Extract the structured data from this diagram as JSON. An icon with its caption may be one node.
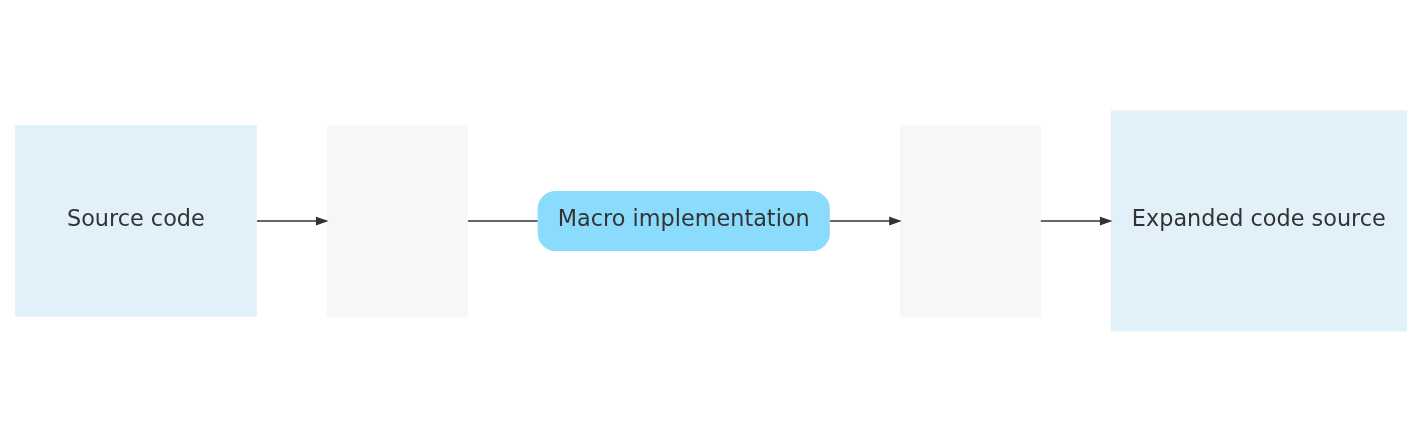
{
  "diagram": {
    "nodes": [
      {
        "text": [
          "Source code"
        ]
      },
      {
        "text": [],
        "shape": "box"
      },
      {
        "text": [
          "Macro implementation"
        ]
      },
      {
        "text": [],
        "shape": "box"
      },
      {
        "text": [
          "Expanded code source"
        ]
      }
    ],
    "edges": [
      {
        "from": 0,
        "to": 1,
        "arrow": "to"
      },
      {
        "from": 1,
        "to": 2,
        "arrow": "none"
      },
      {
        "from": 2,
        "to": 3,
        "arrow": "to"
      },
      {
        "from": 3,
        "to": 4,
        "arrow": "to"
      }
    ]
  }
}
